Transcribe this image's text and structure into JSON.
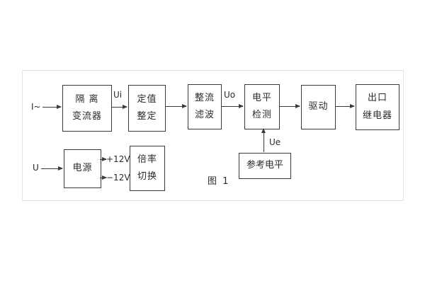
{
  "blocks": {
    "isolation": {
      "line1": "隔 离",
      "line2": "变流器"
    },
    "setting": {
      "line1": "定值",
      "line2": "整定"
    },
    "rectifier_filter": {
      "line1": "整流",
      "line2": "滤波"
    },
    "level_detect": {
      "line1": "电平",
      "line2": "检测"
    },
    "drive": {
      "line1": "驱动"
    },
    "output_relay": {
      "line1": "出口",
      "line2": "继电器"
    },
    "power": {
      "line1": "电源"
    },
    "ratio_switch": {
      "line1": "倍率",
      "line2": "切换"
    },
    "reference_level": {
      "line1": "参考电平"
    }
  },
  "labels": {
    "input_current": "I~",
    "input_voltage": "U",
    "ui": "Ui",
    "uo": "Uo",
    "ue": "Ue",
    "plus_12v": "+12V",
    "minus_12v": "−12V"
  },
  "caption": "图 1",
  "colors": {
    "line": "#3a3a3a",
    "background": "#ffffff"
  }
}
